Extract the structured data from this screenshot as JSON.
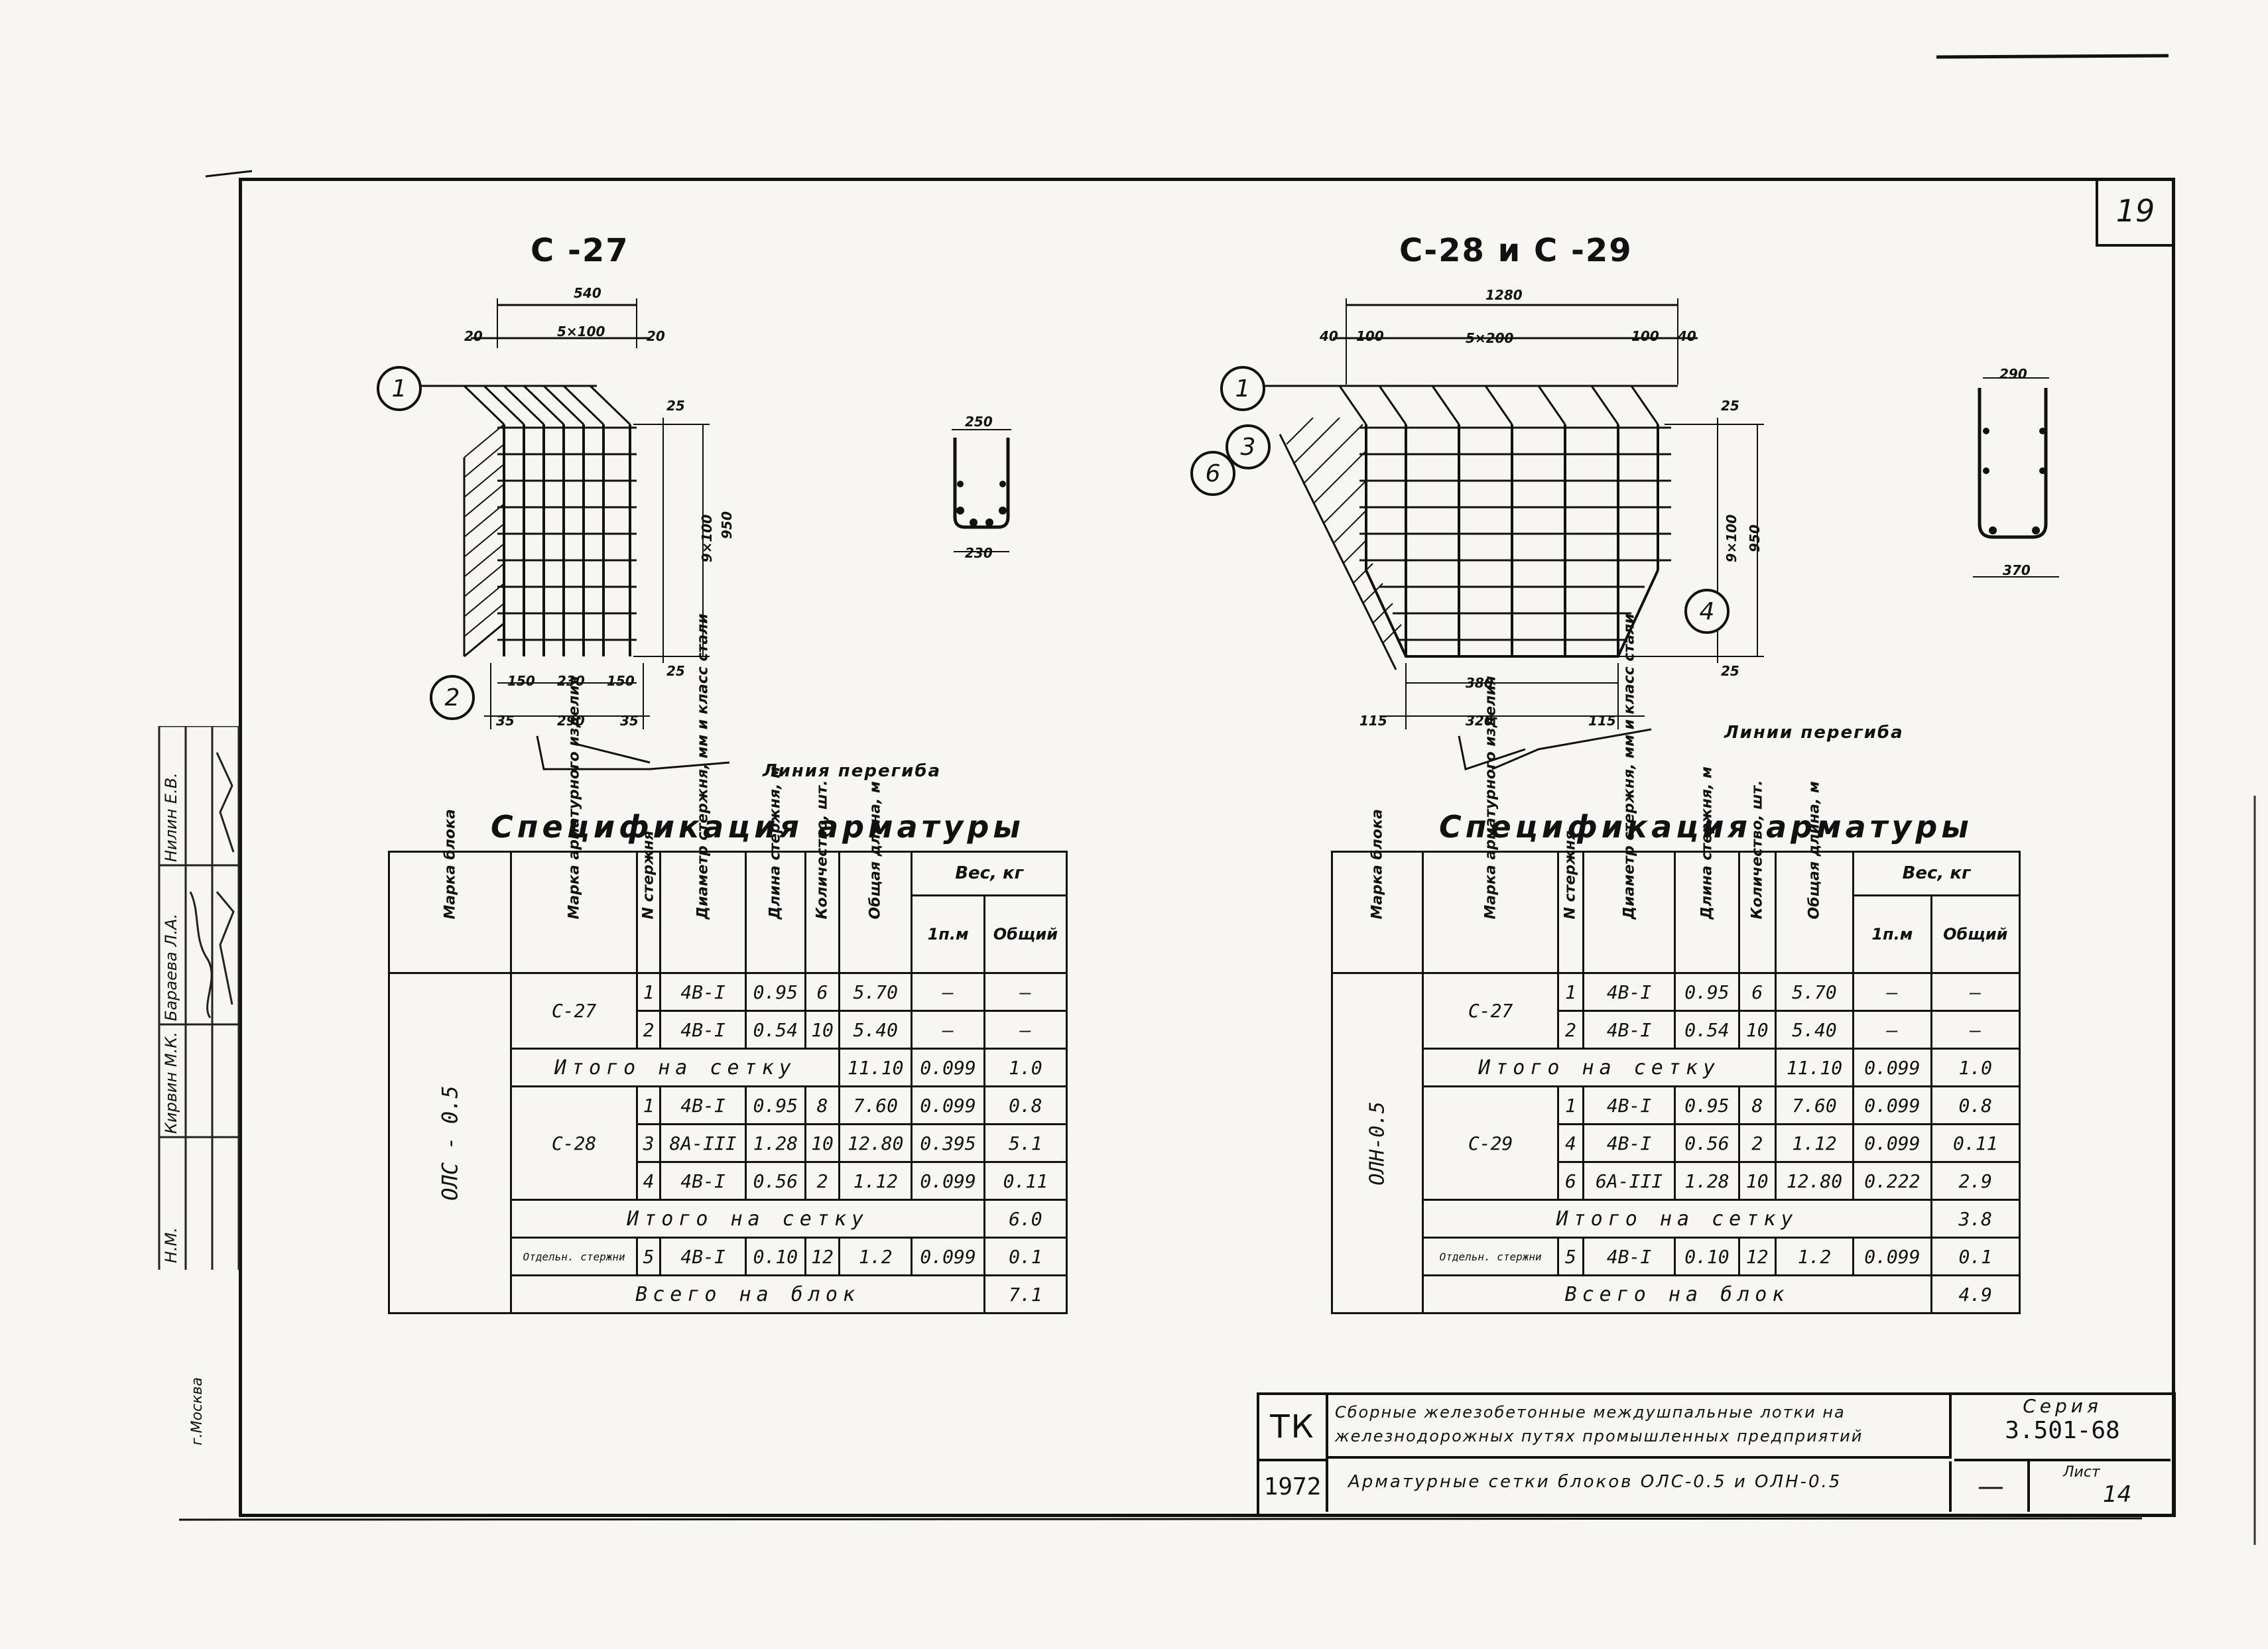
{
  "sheet_number": "19",
  "city": "г.Москва",
  "signatures": [
    "Нилин Е.В.",
    "Бараева Л.А.",
    "Кирвин М.К.",
    "Н.М."
  ],
  "drawings": {
    "left": {
      "title": "С -27",
      "callouts": [
        "1",
        "2"
      ],
      "dims": {
        "top_total": "540",
        "top_left": "20",
        "top_mid": "5×100",
        "top_right": "20",
        "height": "950",
        "inner_height": "9×100",
        "top_offset": "25",
        "bottom_offset": "25",
        "bottom_a": "150",
        "bottom_b": "230",
        "bottom_c": "150",
        "bottom_d": "35",
        "bottom_e": "290",
        "bottom_f": "35"
      },
      "bend_label": "Линия перегиба",
      "section": {
        "top": "250",
        "bottom": "230"
      }
    },
    "right": {
      "title": "С-28 и С -29",
      "callouts": [
        "1",
        "6",
        "3",
        "4"
      ],
      "dims": {
        "top_total": "1280",
        "top_a": "40",
        "top_b": "100",
        "top_mid": "5×200",
        "top_c": "100",
        "top_d": "40",
        "height": "950",
        "inner_height": "9×100",
        "top_offset": "25",
        "bottom_offset": "25",
        "bottom_a": "380",
        "bottom_b": "115",
        "bottom_c": "320",
        "bottom_d": "115"
      },
      "bend_label": "Линии перегиба",
      "section": {
        "top": "290",
        "bottom": "370"
      }
    }
  },
  "spec_left": {
    "title": "Спецификация арматуры",
    "headers": [
      "Марка блока",
      "Марка арматурного изделия",
      "N стержня",
      "Диаметр стержня, мм и класс стали",
      "Длина стержня, м",
      "Количество, шт.",
      "Общая длина, м",
      "Вес, кг"
    ],
    "weight_sub": [
      "1п.м",
      "Общий"
    ],
    "block": "ОЛС - 0.5",
    "groups": [
      {
        "item": "С-27",
        "rows": [
          [
            "1",
            "4В-I",
            "0.95",
            "6",
            "5.70",
            "—",
            "—"
          ],
          [
            "2",
            "4В-I",
            "0.54",
            "10",
            "5.40",
            "—",
            "—"
          ]
        ],
        "subtotal_label": "Итого на сетку",
        "subtotal": [
          "11.10",
          "0.099",
          "1.0"
        ]
      },
      {
        "item": "С-28",
        "rows": [
          [
            "1",
            "4В-I",
            "0.95",
            "8",
            "7.60",
            "0.099",
            "0.8"
          ],
          [
            "3",
            "8А-III",
            "1.28",
            "10",
            "12.80",
            "0.395",
            "5.1"
          ],
          [
            "4",
            "4В-I",
            "0.56",
            "2",
            "1.12",
            "0.099",
            "0.11"
          ]
        ],
        "subtotal_label": "Итого на сетку",
        "subtotal": [
          "6.0"
        ]
      }
    ],
    "extra": {
      "item": "Отдельн. стержни",
      "row": [
        "5",
        "4В-I",
        "0.10",
        "12",
        "1.2",
        "0.099",
        "0.1"
      ]
    },
    "total_label": "Всего на блок",
    "total": "7.1"
  },
  "spec_right": {
    "title": "Спецификация арматуры",
    "headers": [
      "Марка блока",
      "Марка арматурного изделия",
      "N стержня",
      "Диаметр стержня, мм и класс стали",
      "Длина стержня, м",
      "Количество, шт.",
      "Общая длина, м",
      "Вес, кг"
    ],
    "weight_sub": [
      "1п.м",
      "Общий"
    ],
    "block": "ОЛН-0.5",
    "groups": [
      {
        "item": "С-27",
        "rows": [
          [
            "1",
            "4В-I",
            "0.95",
            "6",
            "5.70",
            "—",
            "—"
          ],
          [
            "2",
            "4В-I",
            "0.54",
            "10",
            "5.40",
            "—",
            "—"
          ]
        ],
        "subtotal_label": "Итого на сетку",
        "subtotal": [
          "11.10",
          "0.099",
          "1.0"
        ]
      },
      {
        "item": "С-29",
        "rows": [
          [
            "1",
            "4В-I",
            "0.95",
            "8",
            "7.60",
            "0.099",
            "0.8"
          ],
          [
            "4",
            "4В-I",
            "0.56",
            "2",
            "1.12",
            "0.099",
            "0.11"
          ],
          [
            "6",
            "6А-III",
            "1.28",
            "10",
            "12.80",
            "0.222",
            "2.9"
          ]
        ],
        "subtotal_label": "Итого на сетку",
        "subtotal": [
          "3.8"
        ]
      }
    ],
    "extra": {
      "item": "Отдельн. стержни",
      "row": [
        "5",
        "4В-I",
        "0.10",
        "12",
        "1.2",
        "0.099",
        "0.1"
      ]
    },
    "total_label": "Всего на блок",
    "total": "4.9"
  },
  "stamp": {
    "org": "ТК",
    "description_line1": "Сборные железобетонные междушпальные лотки на",
    "description_line2": "железнодорожных путях промышленных предприятий",
    "series_label": "Серия",
    "series": "3.501-68",
    "year": "1972",
    "title": "Арматурные сетки блоков ОЛС-0.5 и ОЛН-0.5",
    "dash": "—",
    "sheet_label": "Лист",
    "sheet": "14"
  }
}
